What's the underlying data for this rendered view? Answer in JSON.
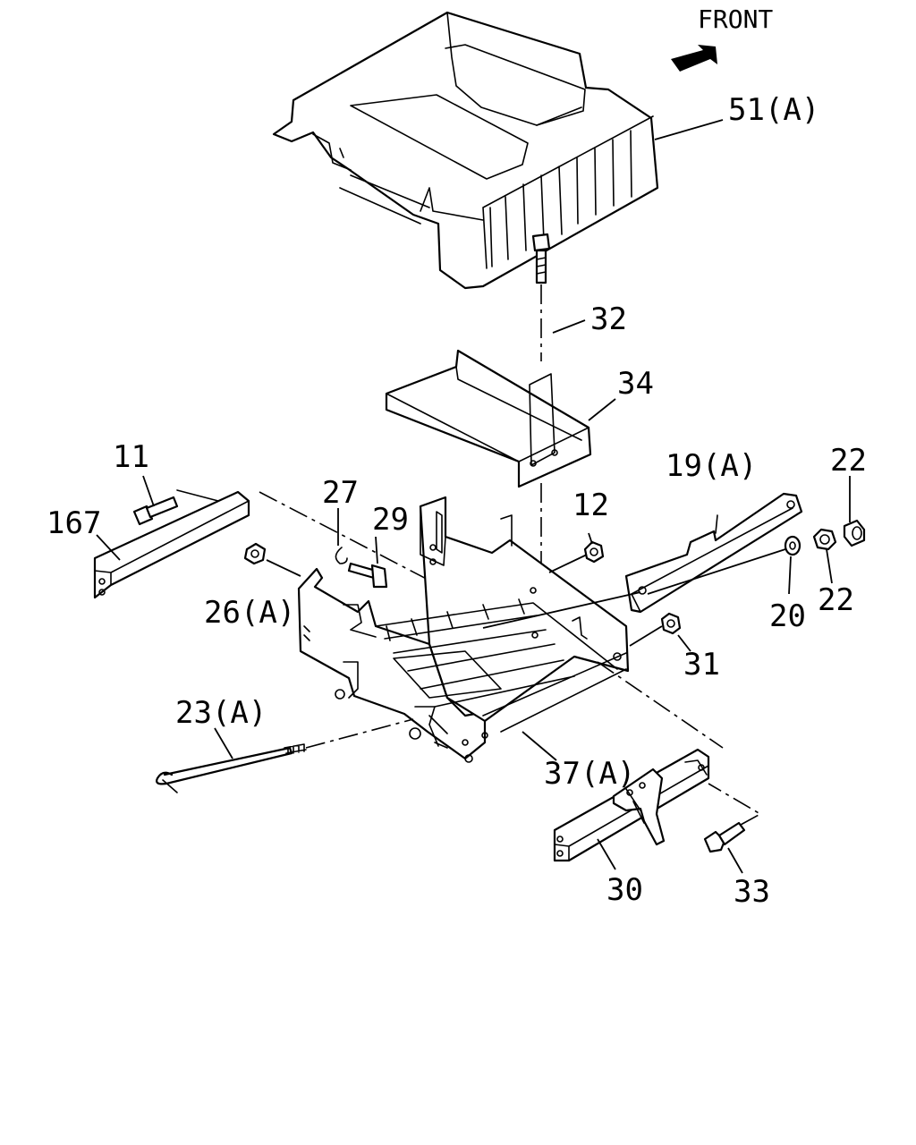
{
  "front_label": "FRONT",
  "callouts": {
    "p51a": "51(A)",
    "p32": "32",
    "p34": "34",
    "p11": "11",
    "p167": "167",
    "p27": "27",
    "p29": "29",
    "p12": "12",
    "p19a": "19(A)",
    "p22_top": "22",
    "p22_bottom": "22",
    "p20": "20",
    "p26a": "26(A)",
    "p31": "31",
    "p23a": "23(A)",
    "p37a": "37(A)",
    "p30": "30",
    "p33": "33"
  }
}
